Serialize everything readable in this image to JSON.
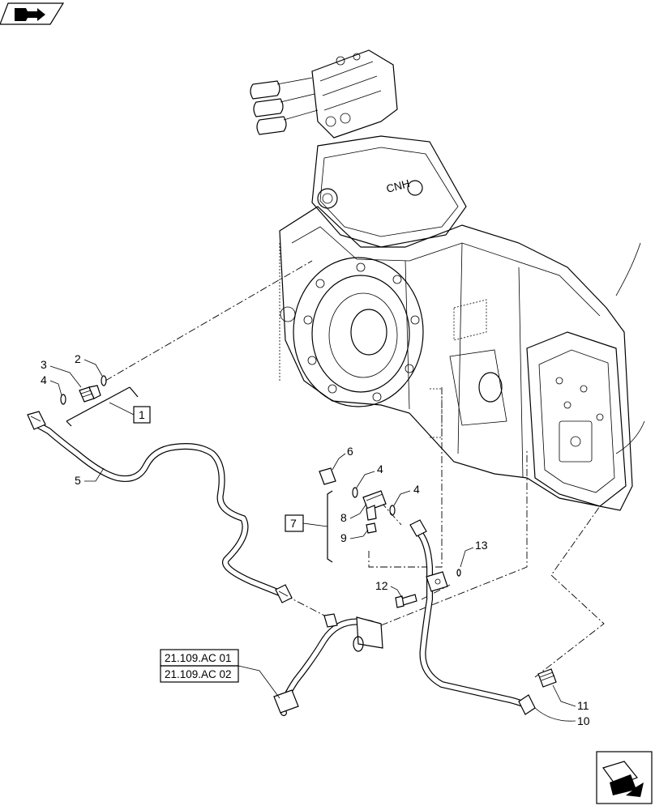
{
  "callouts": {
    "c1": "1",
    "c2": "2",
    "c3": "3",
    "c4a": "4",
    "c4b": "4",
    "c4c": "4",
    "c5": "5",
    "c6": "6",
    "c7": "7",
    "c8": "8",
    "c9": "9",
    "c10": "10",
    "c11": "11",
    "c12": "12",
    "c13": "13"
  },
  "references": {
    "ref1": "21.109.AC 01",
    "ref2": "21.109.AC 02"
  },
  "housing_text": "CNH",
  "icons": {
    "top_left": "previous-page-arrow-icon",
    "bottom_right": "next-page-arrow-icon"
  }
}
